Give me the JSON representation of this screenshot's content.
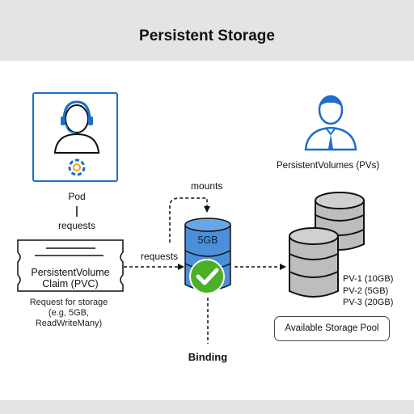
{
  "title": "Persistent Storage",
  "pod": {
    "label": "Pod",
    "requests_label": "requests"
  },
  "pvc": {
    "title_line1": "PersistentVolume",
    "title_line2": "Claim (PVC)",
    "desc_line1": "Request for storage",
    "desc_line2": "(e.g, 5GB,",
    "desc_line3": "ReadWriteMany)",
    "requests_label": "requests"
  },
  "binding": {
    "mounts_label": "mounts",
    "volume_size": "5GB",
    "label": "Binding",
    "status": "bound-checkmark"
  },
  "pvs": {
    "label": "PersistentVolumes (PVs)",
    "items": [
      "PV-1 (10GB)",
      "PV-2 (5GB)",
      "PV-3 (20GB)"
    ],
    "pool_label": "Available Storage Pool"
  },
  "colors": {
    "accent": "#1c6fc8",
    "volume_fill": "#4a8fd8",
    "check": "#4caf28",
    "disk_gray": "#bdbdbd",
    "band": "#e4e4e4"
  }
}
